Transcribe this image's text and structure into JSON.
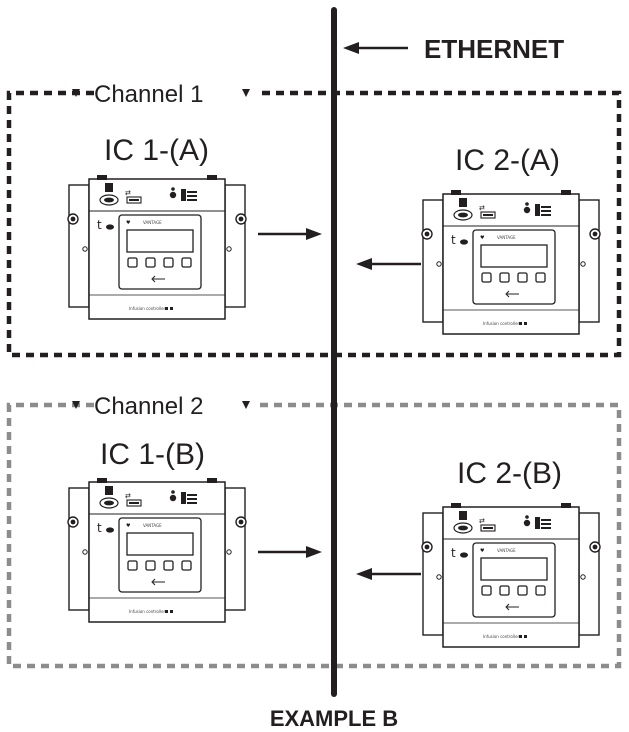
{
  "bus": {
    "label": "ETHERNET",
    "color": "#231f20"
  },
  "channels": [
    {
      "title": "Channel 1",
      "border_color": "#231f20",
      "left_device": {
        "label": "IC 1-(A)",
        "brand": "VANTAGE",
        "model_tag": "Infusion controller"
      },
      "right_device": {
        "label": "IC 2-(A)",
        "brand": "VANTAGE",
        "model_tag": "Infusion controller"
      }
    },
    {
      "title": "Channel 2",
      "border_color": "#8c8c8c",
      "left_device": {
        "label": "IC 1-(B)",
        "brand": "VANTAGE",
        "model_tag": "Infusion controller"
      },
      "right_device": {
        "label": "IC 2-(B)",
        "brand": "VANTAGE",
        "model_tag": "Infusion controller"
      }
    }
  ],
  "footer": {
    "label": "EXAMPLE B"
  }
}
